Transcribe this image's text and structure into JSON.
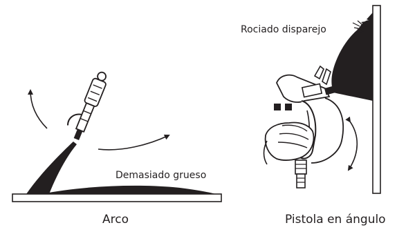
{
  "labels": {
    "arc_caption": "Arco",
    "angle_caption": "Pistola en ángulo",
    "too_thick": "Demasiado grueso",
    "uneven_spray": "Rociado disparejo"
  },
  "colors": {
    "ink": "#231f20",
    "background": "#ffffff"
  },
  "icons": {
    "left_tool": "spray-gun-icon",
    "right_tool": "spray-gun-in-hand-icon",
    "motion": "curved-arrow-icon"
  }
}
